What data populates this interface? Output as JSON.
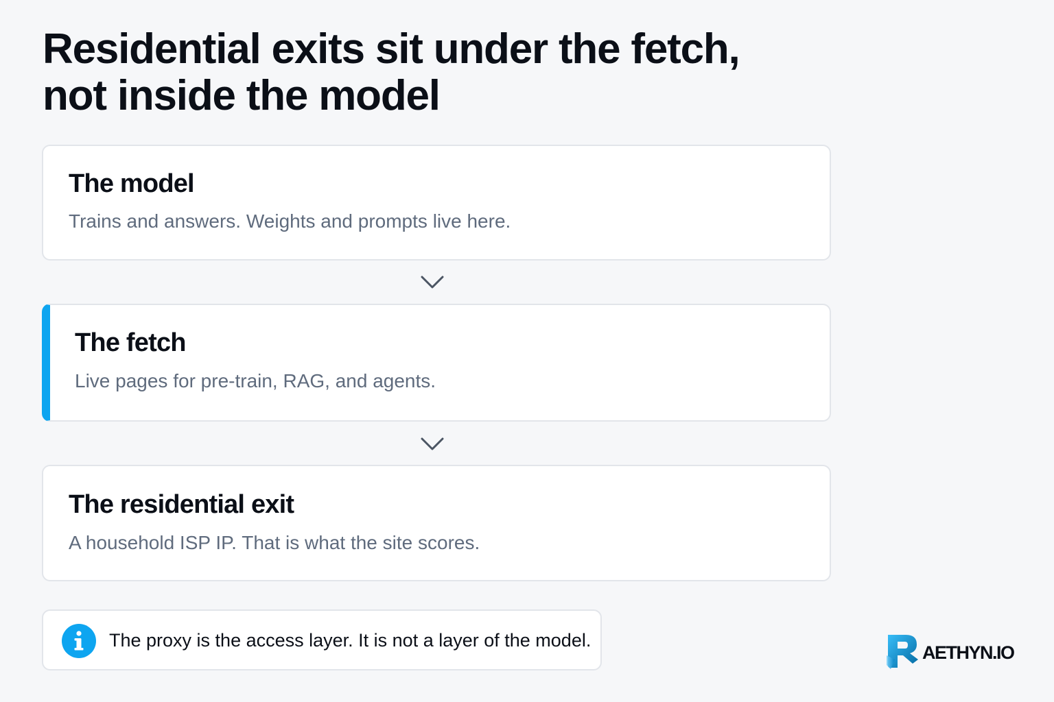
{
  "title": {
    "line1": "Residential exits sit under the fetch,",
    "line2": "not inside the model"
  },
  "layers": [
    {
      "title": "The model",
      "description": "Trains and answers. Weights and prompts live here."
    },
    {
      "title": "The fetch",
      "description": "Live pages for pre-train, RAG, and agents.",
      "highlighted": true
    },
    {
      "title": "The residential exit",
      "description": "A household ISP IP. That is what the site scores."
    }
  ],
  "note": {
    "icon": "info-icon",
    "text": "The proxy is the access layer. It is not a layer of the model."
  },
  "logo": {
    "text": "AETHYN.IO"
  },
  "colors": {
    "background": "#f6f7f9",
    "accent": "#0ea5f0",
    "title": "#0b0f17",
    "muted": "#5f6b7d",
    "border": "#e2e5ea"
  }
}
